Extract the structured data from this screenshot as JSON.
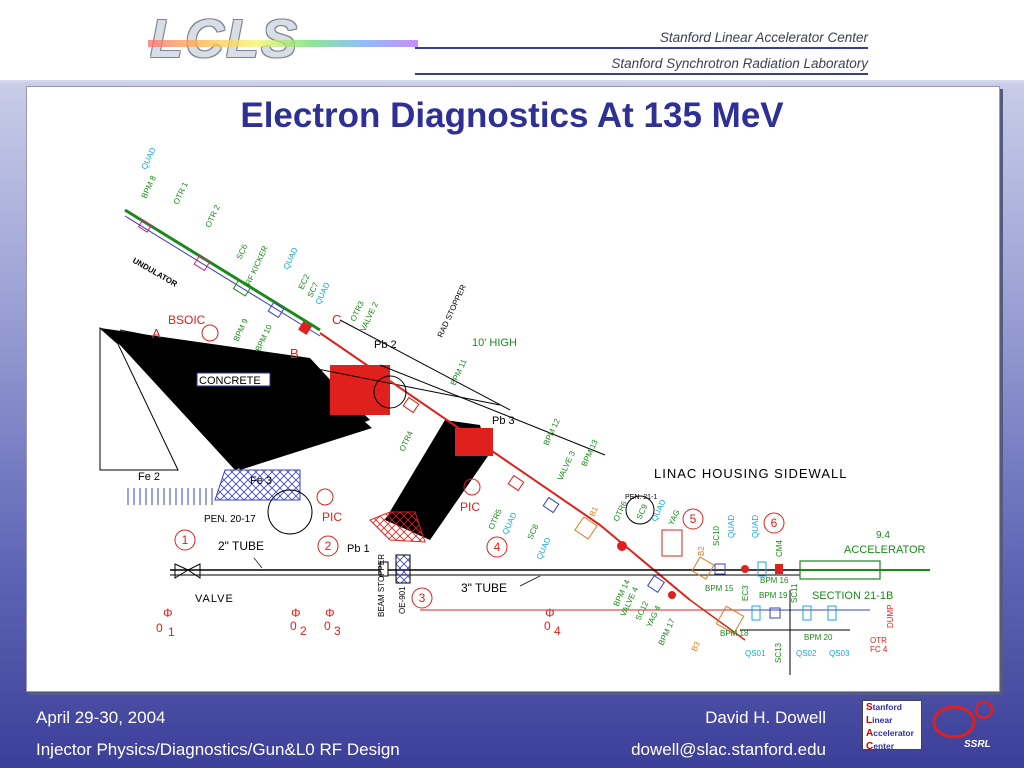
{
  "header": {
    "logo": "LCLS",
    "lab1": "Stanford Linear Accelerator Center",
    "lab2": "Stanford Synchrotron Radiation Laboratory"
  },
  "title": "Electron Diagnostics At 135 MeV",
  "labels": {
    "quad_top": "QUAD",
    "bpm8": "BPM 8",
    "otr1": "OTR 1",
    "otr2": "OTR 2",
    "undulator": "UNDULATOR",
    "sc6": "SC6",
    "rfkicker": "RF KICKER",
    "quad2": "QUAD",
    "ec2": "EC2",
    "sc7": "SC7",
    "quad3": "QUAD",
    "bpm9": "BPM 9",
    "bpm10": "BPM 10",
    "otr3": "OTR3",
    "valve2": "VALVE 2",
    "radstopper": "RAD STOPPER",
    "pb2": "Pb 2",
    "high10": "10' HIGH",
    "bsoic": "BSOIC",
    "a": "A",
    "b": "B",
    "c": "C",
    "concrete": "CONCRETE",
    "bpm11": "BPM 11",
    "pb3": "Pb 3",
    "otr4": "OTR4",
    "bpm12": "BPM 12",
    "valve3": "VALVE 3",
    "bpm13": "BPM 13",
    "fe2": "Fe 2",
    "fe3": "Fe 3",
    "pen2017": "PEN. 20-17",
    "pic1": "PIC",
    "pic2": "PIC",
    "linac": "LINAC HOUSING SIDEWALL",
    "pen211": "PEN. 21-1",
    "otr5": "OTR5",
    "quad4": "QUAD",
    "sc8": "SC8",
    "quad5": "QUAD",
    "b1": "B1",
    "otr6": "OTR6",
    "sc9": "SC9",
    "quad6": "QUAD",
    "yag": "YAG",
    "n1": "1",
    "n2": "2",
    "n3": "3",
    "n4": "4",
    "n5": "5",
    "n6": "6",
    "tube2": "2\" TUBE",
    "pb1": "Pb 1",
    "tube3": "3\" TUBE",
    "valve": "VALVE",
    "beamstopper": "BEAM STOPPER",
    "oe901": "OE-901",
    "b2": "B2",
    "sc10": "SC10",
    "quad7": "QUAD",
    "quad8": "QUAD",
    "cm4": "CM4",
    "bpm14": "BPM 14",
    "valve4": "VALVE 4",
    "sc12": "SC12",
    "yag4": "YAG 4",
    "bpm17": "BPM 17",
    "b3": "B3",
    "bpm15": "BPM 15",
    "ec3": "EC3",
    "bpm16": "BPM 16",
    "bpm19": "BPM 19",
    "sc11": "SC11",
    "bpm18": "BPM 18",
    "sc13": "SC13",
    "qs01": "QS01",
    "qs02": "QS02",
    "qs03": "QS03",
    "bpm20": "BPM 20",
    "otrfc": "OTR",
    "fc4": "FC 4",
    "dump": "DUMP",
    "acc1": "9.4",
    "acc2": "ACCELERATOR",
    "section": "SECTION 21-1B",
    "phi": "Φ",
    "p0": "0",
    "s1": "1",
    "s2": "2",
    "s3": "3",
    "s4": "4"
  },
  "footer": {
    "date": "April 29-30, 2004",
    "name": "David H. Dowell",
    "course": "Injector Physics/Diagnostics/Gun&L0 RF Design",
    "email": "dowell@slac.stanford.edu"
  },
  "logos": {
    "slac_s": "S",
    "slac_s_rest": "tanford",
    "slac_l": "L",
    "slac_l_rest": "inear",
    "slac_a": "A",
    "slac_a_rest": "ccelerator",
    "slac_c": "C",
    "slac_c_rest": "enter",
    "ssrl": "SSRL"
  },
  "colors": {
    "title": "#2e3096",
    "beam_green": "#1a8a1a",
    "beam_red": "#e0201c",
    "cyan": "#1aa9d6"
  }
}
